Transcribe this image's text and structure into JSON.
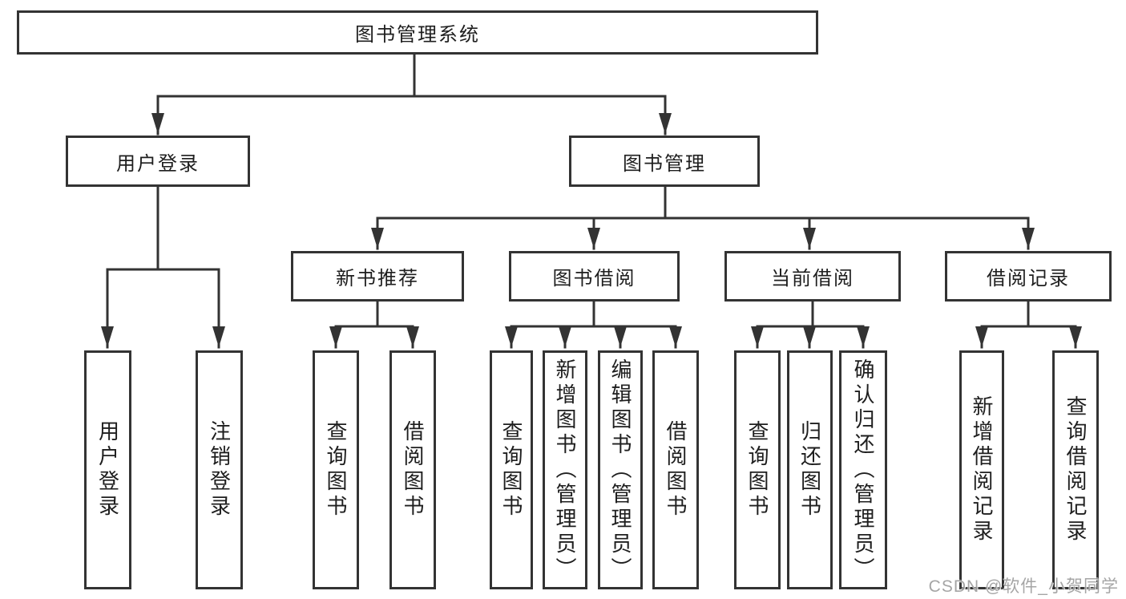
{
  "tree": {
    "label": "图书管理系统",
    "children": [
      {
        "label": "用户登录",
        "children": [
          {
            "label": "用户登录"
          },
          {
            "label": "注销登录"
          }
        ]
      },
      {
        "label": "图书管理",
        "children": [
          {
            "label": "新书推荐",
            "children": [
              {
                "label": "查询图书"
              },
              {
                "label": "借阅图书"
              }
            ]
          },
          {
            "label": "图书借阅",
            "children": [
              {
                "label": "查询图书"
              },
              {
                "label": "新增图书（管理员）"
              },
              {
                "label": "编辑图书（管理员）"
              },
              {
                "label": "借阅图书"
              }
            ]
          },
          {
            "label": "当前借阅",
            "children": [
              {
                "label": "查询图书"
              },
              {
                "label": "归还图书"
              },
              {
                "label": "确认归还（管理员）"
              }
            ]
          },
          {
            "label": "借阅记录",
            "children": [
              {
                "label": "新增借阅记录"
              },
              {
                "label": "查询借阅记录"
              }
            ]
          }
        ]
      }
    ]
  },
  "watermark": "CSDN @软件_小贺同学",
  "colors": {
    "line": "#333333",
    "box_border": "#333333",
    "text": "#1e1e1e",
    "watermark": "#919191",
    "background": "#ffffff"
  }
}
